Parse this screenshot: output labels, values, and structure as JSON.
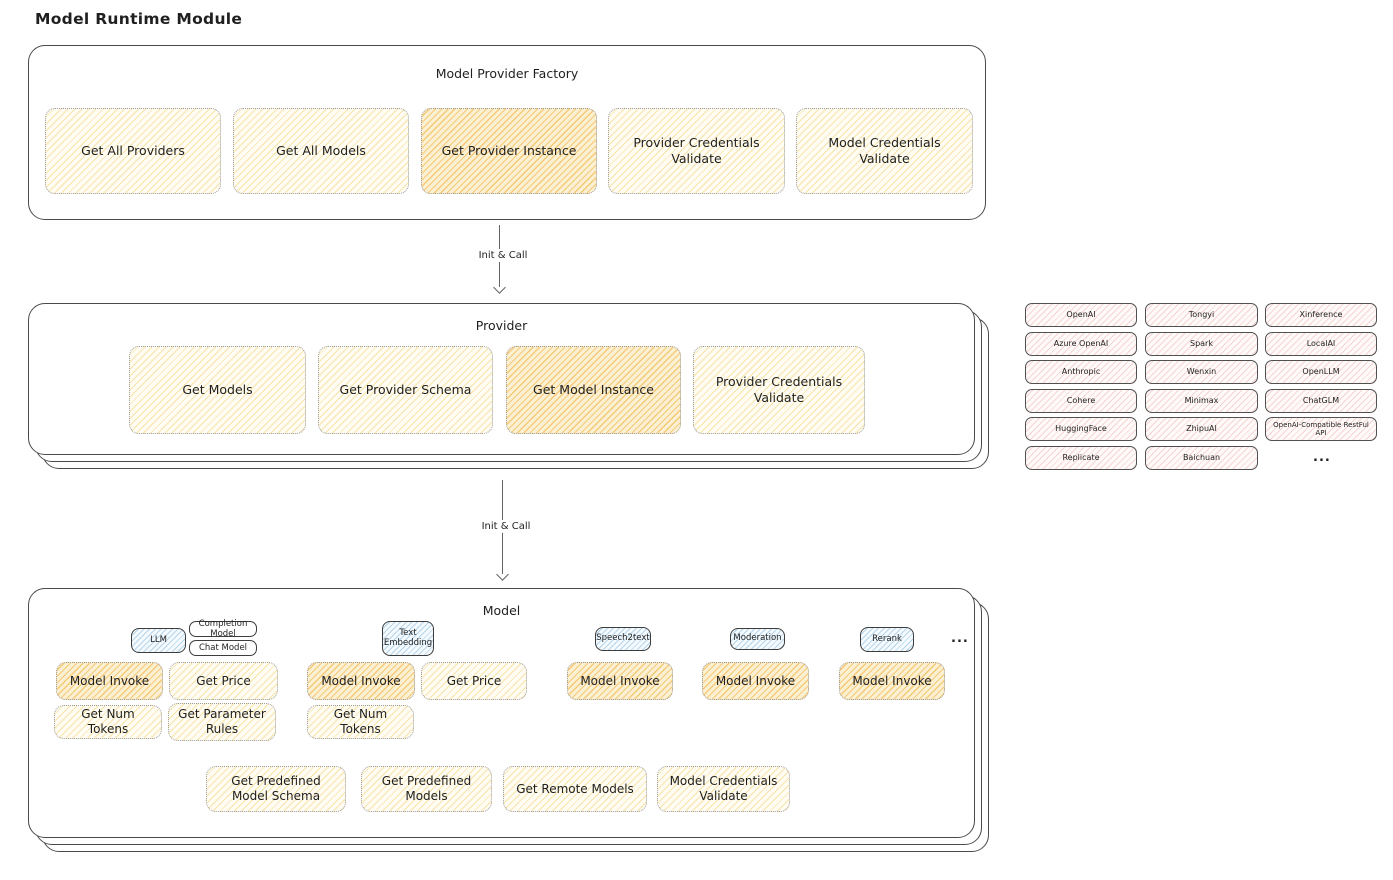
{
  "page": {
    "title": "Model Runtime Module"
  },
  "colors": {
    "node_yellow": "#fdf6dd",
    "node_highlight_orange": "#f8dca4",
    "provider_chip_pink": "#fbeae8",
    "tag_blue": "#e2f0fa",
    "box_border": "#4a4a4a",
    "dotted_border": "#9b9b9b"
  },
  "factory": {
    "title": "Model Provider Factory",
    "buttons": [
      {
        "label": "Get All Providers",
        "highlighted": false
      },
      {
        "label": "Get All Models",
        "highlighted": false
      },
      {
        "label": "Get Provider Instance",
        "highlighted": true
      },
      {
        "label": "Provider Credentials Validate",
        "highlighted": false
      },
      {
        "label": "Model Credentials Validate",
        "highlighted": false
      }
    ]
  },
  "arrows": {
    "first": "Init & Call",
    "second": "Init & Call"
  },
  "provider": {
    "title": "Provider",
    "buttons": [
      {
        "label": "Get Models",
        "highlighted": false
      },
      {
        "label": "Get Provider Schema",
        "highlighted": false
      },
      {
        "label": "Get Model Instance",
        "highlighted": true
      },
      {
        "label": "Provider Credentials Validate",
        "highlighted": false
      }
    ]
  },
  "providers_grid": {
    "col1": [
      "OpenAI",
      "Azure OpenAI",
      "Anthropic",
      "Cohere",
      "HuggingFace",
      "Replicate"
    ],
    "col2": [
      "Tongyi",
      "Spark",
      "Wenxin",
      "Minimax",
      "ZhipuAI",
      "Baichuan"
    ],
    "col3": [
      "Xinference",
      "LocalAI",
      "OpenLLM",
      "ChatGLM",
      "OpenAI-Compatible RestFul API"
    ],
    "more": "..."
  },
  "model": {
    "title": "Model",
    "tags": {
      "llm": "LLM",
      "completion": "Completion Model",
      "chat": "Chat Model",
      "text_embedding": "Text Embedding",
      "speech2text": "Speech2text",
      "moderation": "Moderation",
      "rerank": "Rerank"
    },
    "more": "...",
    "buttons": {
      "llm": [
        {
          "label": "Model Invoke",
          "highlighted": true
        },
        {
          "label": "Get Price",
          "highlighted": false
        },
        {
          "label": "Get Num Tokens",
          "highlighted": false
        },
        {
          "label": "Get Parameter Rules",
          "highlighted": false
        }
      ],
      "text_embedding": [
        {
          "label": "Model Invoke",
          "highlighted": true
        },
        {
          "label": "Get Price",
          "highlighted": false
        },
        {
          "label": "Get Num Tokens",
          "highlighted": false
        }
      ],
      "speech2text": [
        {
          "label": "Model Invoke",
          "highlighted": true
        }
      ],
      "moderation": [
        {
          "label": "Model Invoke",
          "highlighted": true
        }
      ],
      "rerank": [
        {
          "label": "Model Invoke",
          "highlighted": true
        }
      ],
      "common": [
        {
          "label": "Get Predefined Model Schema"
        },
        {
          "label": "Get Predefined Models"
        },
        {
          "label": "Get Remote Models"
        },
        {
          "label": "Model Credentials Validate"
        }
      ]
    }
  }
}
